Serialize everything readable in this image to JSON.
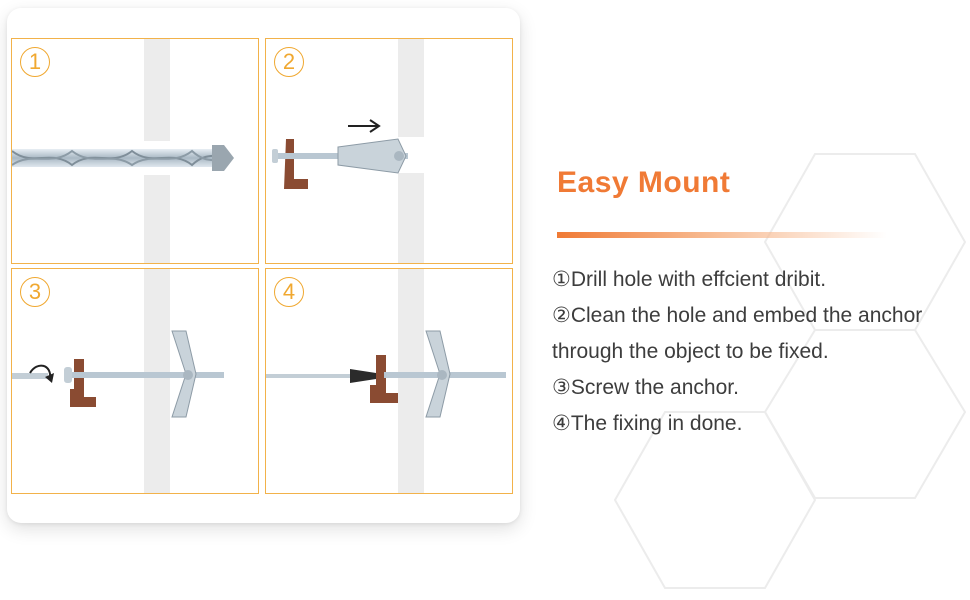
{
  "steps": [
    {
      "number": "1"
    },
    {
      "number": "2"
    },
    {
      "number": "3"
    },
    {
      "number": "4"
    }
  ],
  "title": "Easy Mount",
  "instructions": [
    "①Drill hole with effcient dribit.",
    "②Clean the hole and embed the anchor",
    "through the object to be fixed.",
    "③Screw the anchor.",
    "④The fixing in done."
  ],
  "colors": {
    "accent": "#f07a35",
    "panel_border": "#f2b24a",
    "step_number": "#f0a830",
    "wall": "#ececec",
    "bracket": "#8a4b32",
    "metal": "#b9c7d2"
  }
}
